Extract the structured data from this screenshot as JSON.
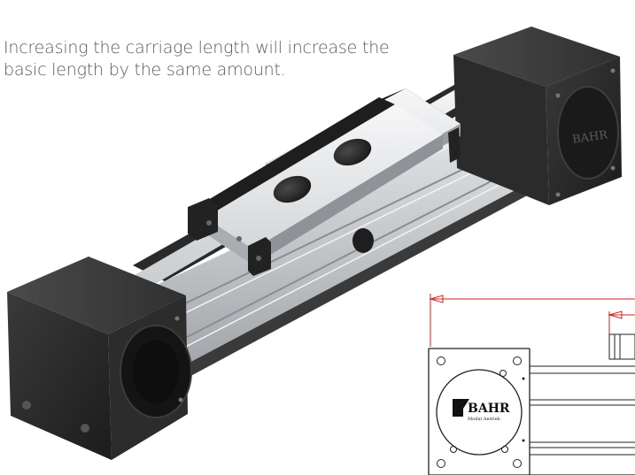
{
  "caption": {
    "line1": "Increasing the carriage length will increase the",
    "line2": "basic length by the same amount."
  },
  "logo": {
    "brand": "BAHR",
    "subtitle": "Modul Antrieb"
  },
  "colors": {
    "dimension_line": "#d42020",
    "block_black": "#262626",
    "profile_silver": "#d9dcde",
    "drawing_stroke": "#222222"
  }
}
